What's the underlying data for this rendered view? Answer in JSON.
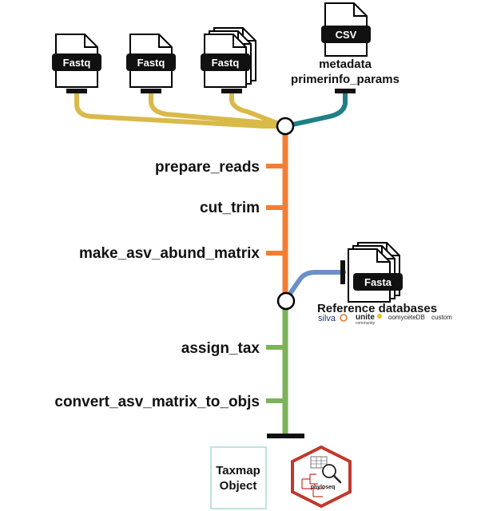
{
  "inputs": {
    "fastq_1": "Fastq",
    "fastq_2": "Fastq",
    "fastq_3": "Fastq",
    "csv": "CSV",
    "metadata_label": "metadata",
    "primer_label": "primerinfo_params"
  },
  "steps": {
    "prepare_reads": "prepare_reads",
    "cut_trim": "cut_trim",
    "make_matrix": "make_asv_abund_matrix",
    "assign_tax": "assign_tax",
    "convert": "convert_asv_matrix_to_objs"
  },
  "reference": {
    "fasta": "Fasta",
    "label": "Reference databases",
    "db_silva": "silva",
    "db_unite": "unite",
    "db_unite_sub": "community",
    "db_oomycete": "oomyceteDB",
    "db_custom": "custom"
  },
  "outputs": {
    "taxmap_line1": "Taxmap",
    "taxmap_line2": "Object",
    "phyloseq": "phyloseq"
  },
  "colors": {
    "fastq_line": "#d9b948",
    "csv_line": "#1e7f86",
    "orange_line": "#f47d32",
    "blue_line": "#6b8fc9",
    "green_line": "#7bb25a",
    "taxmap_box_border": "#bfe3dc",
    "phyloseq_hex": "#c0392b"
  }
}
